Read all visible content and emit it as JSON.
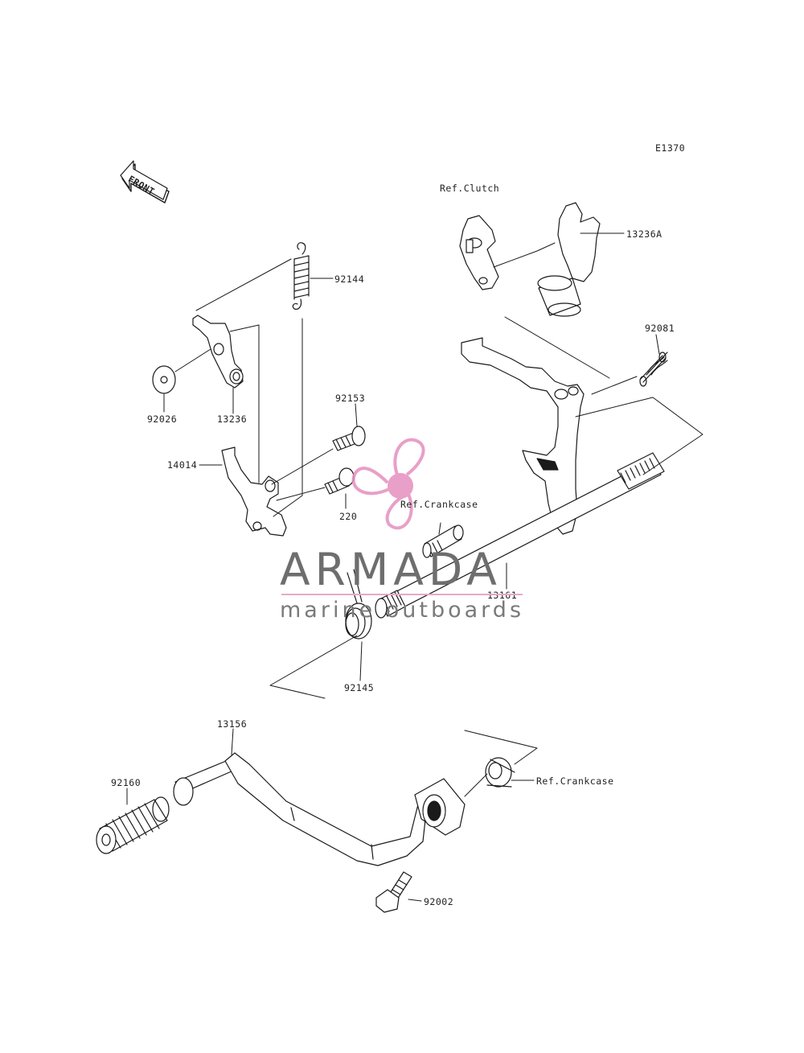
{
  "diagram": {
    "code": "E1370",
    "front_label": "FRONT",
    "parts": {
      "p13236A": "13236A",
      "p92081": "92081",
      "p92144": "92144",
      "p92153": "92153",
      "p92026": "92026",
      "p13236": "13236",
      "p14014": "14014",
      "p220": "220",
      "p13161": "13161",
      "p92145": "92145",
      "p13156": "13156",
      "p92160": "92160",
      "p92002": "92002"
    },
    "refs": {
      "clutch": "Ref.Clutch",
      "crankcase_upper": "Ref.Crankcase",
      "crankcase_lower": "Ref.Crankcase"
    }
  },
  "watermark": {
    "title": "ARMADA",
    "subtitle": "marine outboards",
    "accent_color": "#e48fbf",
    "text_color": "#6e6e6e"
  }
}
